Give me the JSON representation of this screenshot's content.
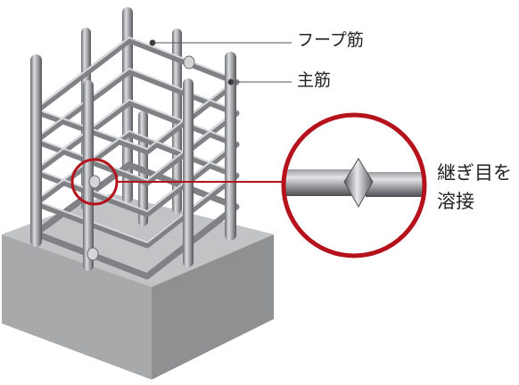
{
  "labels": {
    "hoop": "フープ筋",
    "main": "主筋",
    "note_line1": "継ぎ目を",
    "note_line2": "溶接"
  },
  "colors": {
    "accent": "#b5121b",
    "steel_light": "#c9cacc",
    "steel_mid": "#8f9194",
    "steel_dark": "#4a4c50",
    "concrete_top": "#bfc0c2",
    "concrete_left": "#a7a8aa",
    "concrete_right": "#8d8e90",
    "leader": "#555555"
  }
}
